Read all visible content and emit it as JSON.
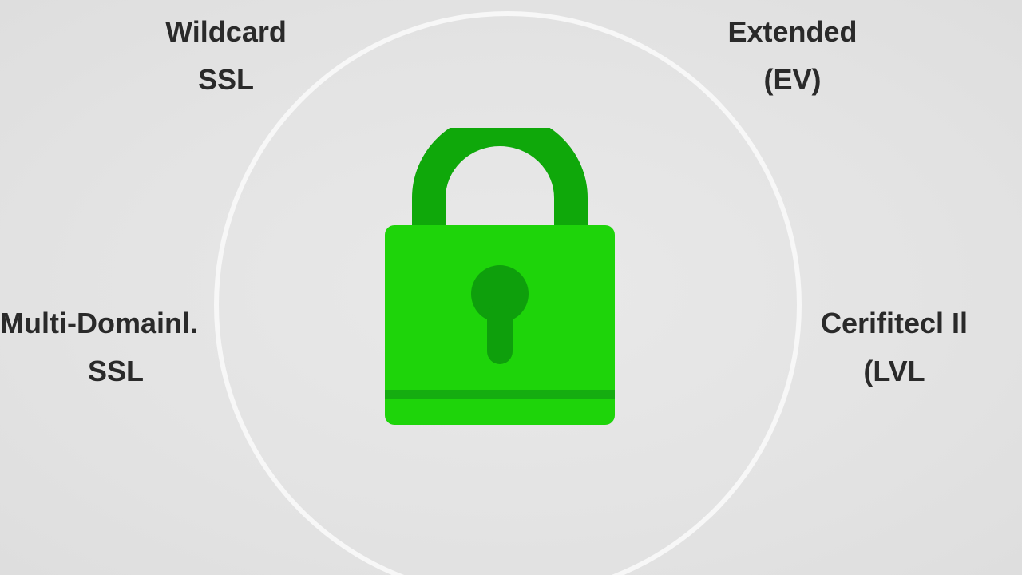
{
  "labels": {
    "top_left": {
      "line1": "Wildcard",
      "line2": "SSL"
    },
    "top_right": {
      "line1": "Extended",
      "line2": "(EV)"
    },
    "middle_left": {
      "line1": "Multi-Domainl.",
      "line2": "SSL"
    },
    "middle_right": {
      "line1": "Cerifitecl Il",
      "line2": "(LVL"
    }
  },
  "icons": {
    "center": "padlock-icon"
  },
  "colors": {
    "background": "#e4e4e4",
    "ring": "#f7f7f7",
    "lock_body": "#1ed40a",
    "lock_shackle": "#0fa80a",
    "keyhole": "#0e9f0c",
    "text": "#2a2a2a"
  }
}
